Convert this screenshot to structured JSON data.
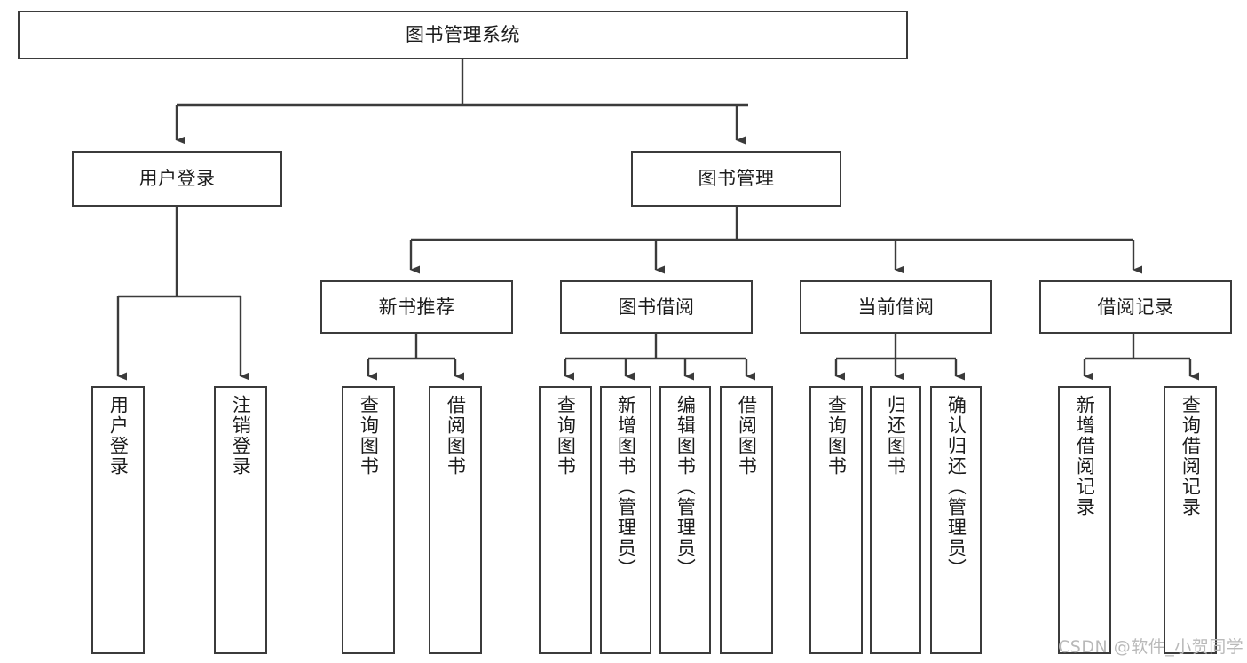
{
  "diagram": {
    "type": "tree-hierarchy-chart",
    "title": "图书管理系统",
    "watermark": "CSDN @软件_小贺同学",
    "colors": {
      "stroke": "#3b3b3b",
      "fill": "#ffffff",
      "text": "#1c1c1c",
      "watermark": "#b9b9b9"
    },
    "nodes": {
      "root": {
        "label": "图书管理系统"
      },
      "level2": [
        {
          "label": "用户登录"
        },
        {
          "label": "图书管理"
        }
      ],
      "level3": [
        {
          "label": "新书推荐"
        },
        {
          "label": "图书借阅"
        },
        {
          "label": "当前借阅"
        },
        {
          "label": "借阅记录"
        }
      ],
      "leaves": {
        "user_login": [
          {
            "label": "用户登录"
          },
          {
            "label": "注销登录"
          }
        ],
        "new_book_recommend": [
          {
            "label": "查询图书"
          },
          {
            "label": "借阅图书"
          }
        ],
        "book_borrow": [
          {
            "label": "查询图书"
          },
          {
            "label": "新增图书（管理员）"
          },
          {
            "label": "编辑图书（管理员）"
          },
          {
            "label": "借阅图书"
          }
        ],
        "current_borrow": [
          {
            "label": "查询图书"
          },
          {
            "label": "归还图书"
          },
          {
            "label": "确认归还（管理员）"
          }
        ],
        "borrow_records": [
          {
            "label": "新增借阅记录"
          },
          {
            "label": "查询借阅记录"
          }
        ]
      }
    }
  }
}
